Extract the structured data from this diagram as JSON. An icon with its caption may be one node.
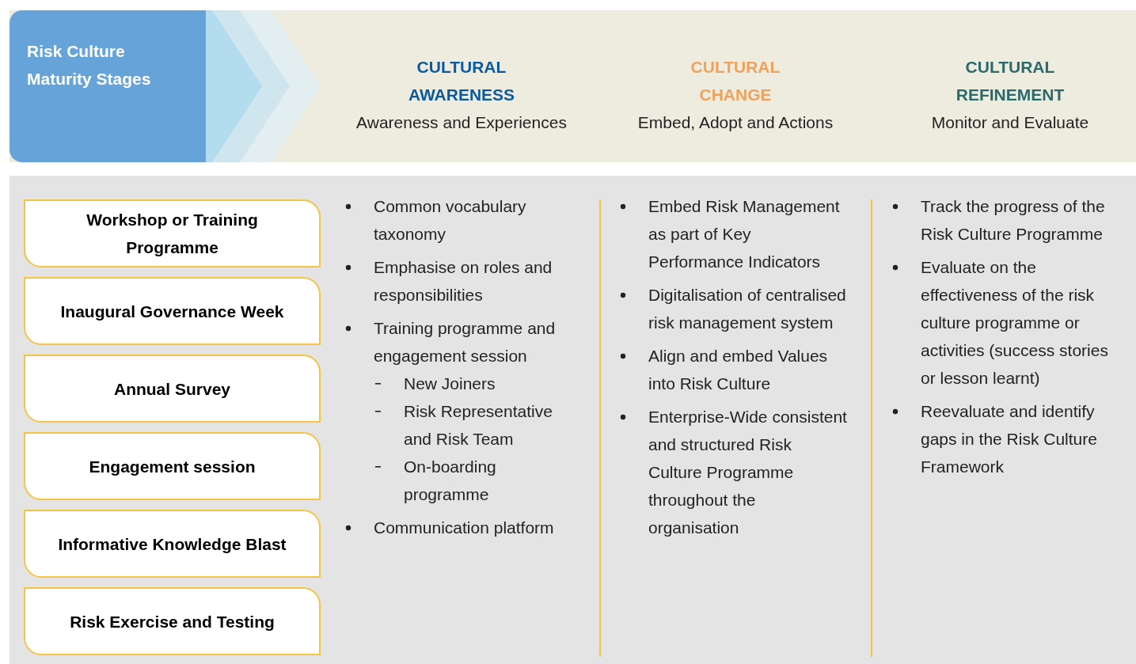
{
  "diagram": {
    "nodes": [
      {
        "text": [
          "Risk Culture Maturity Stages"
        ]
      },
      {
        "text": [
          "Workshop or Training Programme"
        ]
      },
      {
        "text": [
          "Inaugural Governance Week"
        ]
      },
      {
        "text": [
          "Annual Survey"
        ]
      },
      {
        "text": [
          "Engagement session"
        ]
      },
      {
        "text": [
          "Informative Knowledge Blast"
        ]
      },
      {
        "text": [
          "Risk Exercise and Testing"
        ]
      }
    ],
    "labels": [
      "CULTURAL AWARENESS",
      "Awareness and Experiences",
      "CULTURAL CHANGE",
      "Embed, Adopt and Actions",
      "CULTURAL REFINEMENT",
      "Monitor and Evaluate",
      "Common vocabulary taxonomy",
      "Emphasise on roles and responsibilities",
      "Training programme and engagement session",
      "New Joiners",
      "Risk Representative and Risk Team",
      "On-boarding programme",
      "Communication platform",
      "Embed Risk Management as part of Key Performance Indicators",
      "Digitalisation of centralised risk management system",
      "Align and embed Values into Risk Culture",
      "Enterprise-Wide consistent and structured Risk Culture Programme throughout the organisation",
      "Track the progress of the Risk Culture Programme",
      "Evaluate on the effectiveness of the risk culture programme or activities (success stories or lesson learnt)",
      "Reevaluate and identify gaps in the Risk Culture Framework"
    ]
  }
}
